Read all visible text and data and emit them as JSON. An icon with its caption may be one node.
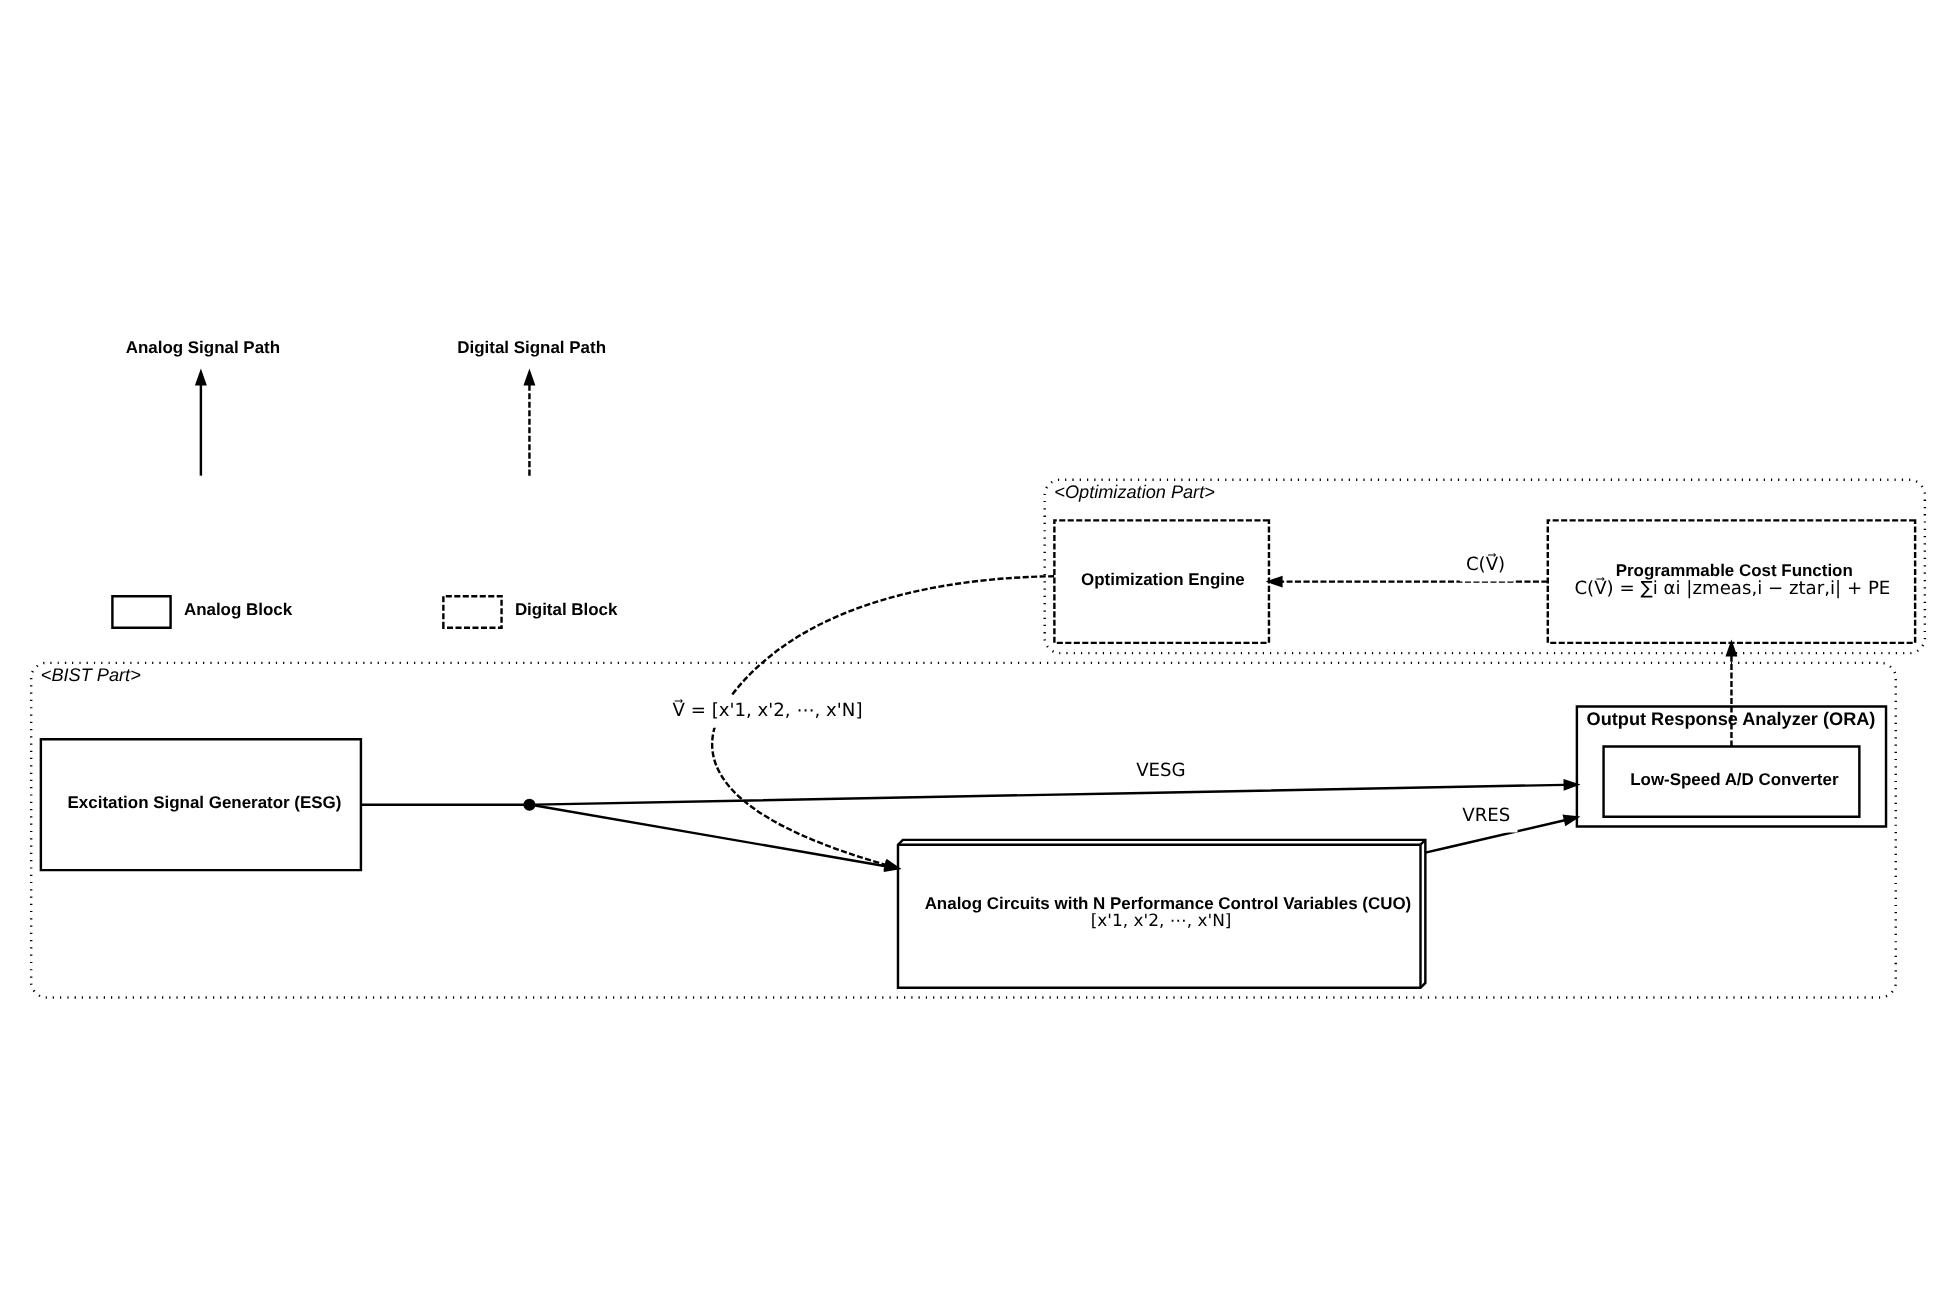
{
  "diagram": {
    "nodes": [
      {
        "text": [
          "*<BIST Part>*"
        ]
      },
      {
        "text": [
          "Excitation Signal Generator (ESG)"
        ],
        "in": 0
      },
      {
        "text": [
          "Analog Circuits with N Performance Control Variables (CUO)",
          "[x'1, x'2, ⋯, x'N]"
        ],
        "in": 0
      },
      {
        "text": [
          "Output Response Analyzer (ORA)"
        ],
        "in": 0
      },
      {
        "text": [
          "Low-Speed A/D Converter"
        ],
        "in": 3
      },
      {
        "text": [
          "*<Optimization Part>*"
        ]
      },
      {
        "text": [
          "Optimization Engine"
        ],
        "in": 5
      },
      {
        "text": [
          "Programmable Cost Function",
          "C(V⃗) = ∑i αi |zmeas,i − ztar,i| + PE"
        ],
        "in": 5
      },
      {
        "text": [],
        "shape": "circle",
        "in": 0
      }
    ],
    "edges": [
      {
        "from": 1,
        "to": 8,
        "arrow": "none"
      },
      {
        "from": 8,
        "to": 2,
        "arrow": "to"
      },
      {
        "from": 2,
        "to": 3,
        "arrow": "to",
        "label": "VRES"
      },
      {
        "from": 8,
        "to": 3,
        "arrow": "to",
        "label": "VESG"
      },
      {
        "from": 4,
        "to": 7,
        "arrow": "to",
        "style": "dashed"
      },
      {
        "from": 7,
        "to": 6,
        "arrow": "to",
        "style": "dashed",
        "label": "C(V⃗)"
      },
      {
        "from": 6,
        "to": 2,
        "arrow": "to",
        "style": "dashed",
        "label": "V⃗ = [x'1, x'2, ⋯, x'N]"
      }
    ],
    "legend": [
      {
        "text": "Analog Block"
      },
      {
        "text": "Analog Signal Path"
      },
      {
        "text": "Digital Block"
      },
      {
        "text": "Digital Signal Path"
      }
    ]
  }
}
